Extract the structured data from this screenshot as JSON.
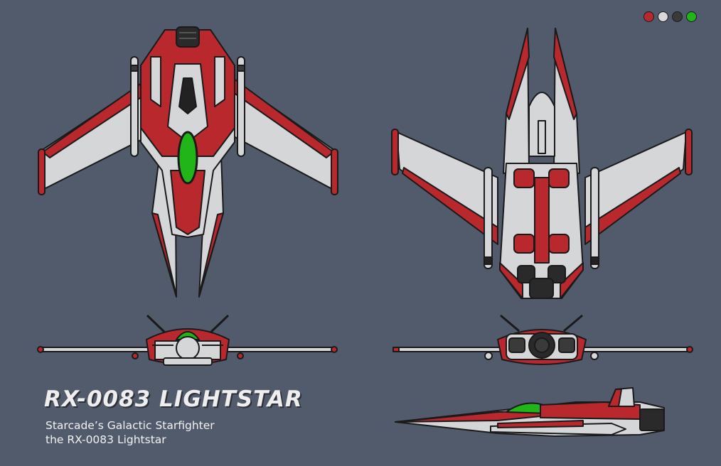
{
  "title": "RX-0083 LIGHTSTAR",
  "subtitle_line1": "Starcade’s Galactic Starfighter",
  "subtitle_line2": "the RX-0083 Lightstar",
  "palette": [
    "#b8282d",
    "#d9d9d9",
    "#3a3a3a",
    "#22b51a"
  ],
  "colors": {
    "background": "#525b6c",
    "hull": "#d4d6d8",
    "accent_red": "#b8282d",
    "outline": "#1a1a1a",
    "canopy": "#22b51a",
    "engine": "#333333"
  },
  "views": [
    "top-view",
    "bottom-view",
    "front-view",
    "rear-view",
    "side-view"
  ]
}
